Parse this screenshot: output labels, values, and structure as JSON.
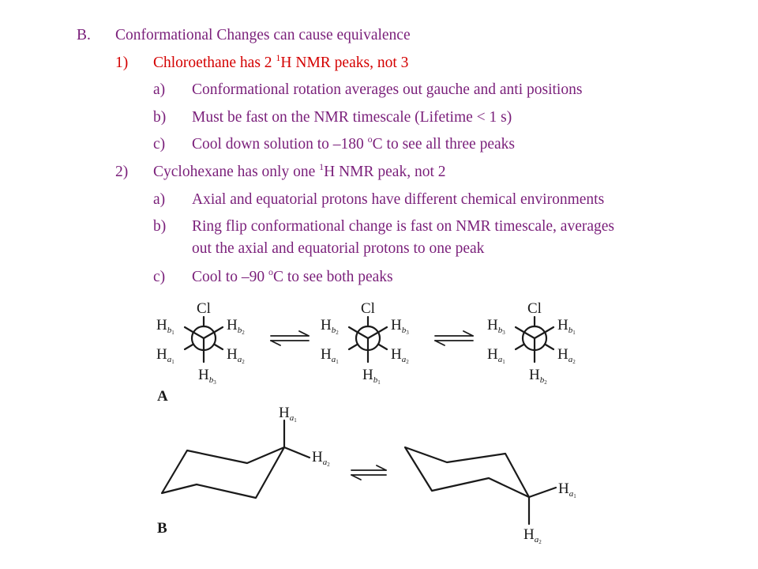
{
  "slide": {
    "heading": {
      "marker": "B.",
      "text": "Conformational Changes can cause equivalence"
    },
    "item1": {
      "marker": "1)",
      "pre": "Chloroethane has 2 ",
      "sup": "1",
      "post": "H NMR peaks, not 3",
      "subs": [
        {
          "marker": "a)",
          "text": "Conformational rotation averages out gauche and anti positions"
        },
        {
          "marker": "b)",
          "text": "Must be fast on the NMR timescale (Lifetime < 1 s)"
        },
        {
          "marker": "c)",
          "pre": "Cool down solution to –180 ",
          "sup": "o",
          "post": "C to see all three peaks"
        }
      ]
    },
    "item2": {
      "marker": "2)",
      "pre": "Cyclohexane has only one ",
      "sup": "1",
      "post": "H NMR peak, not 2",
      "subs": [
        {
          "marker": "a)",
          "text": "Axial and equatorial protons have different chemical environments"
        },
        {
          "marker": "b)",
          "line1": "Ring flip conformational change is fast on NMR timescale, averages",
          "line2": "out the axial and equatorial protons to one peak"
        },
        {
          "marker": "c)",
          "pre": "Cool to –90 ",
          "sup": "o",
          "post": "C to see both peaks"
        }
      ]
    }
  },
  "figure": {
    "label_a": "A",
    "label_b": "B",
    "cl": "Cl",
    "h": "H",
    "a": "a",
    "b": "b",
    "n1": "1",
    "n2": "2",
    "n3": "3"
  },
  "colors": {
    "purple": "#7a1f7a",
    "red": "#d40000"
  }
}
